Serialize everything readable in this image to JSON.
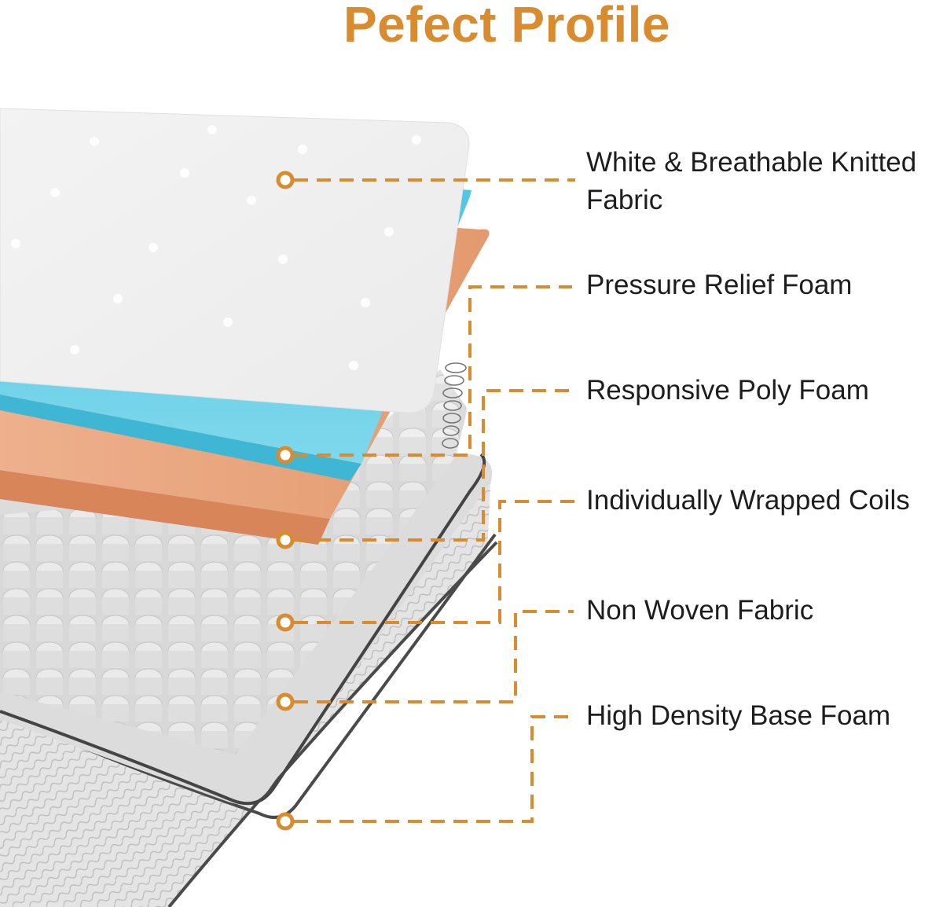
{
  "header": {
    "title": "Pefect Profile"
  },
  "colors": {
    "accent": "#d98c2f",
    "text": "#1d1d1d",
    "fabric_top": "#efefef",
    "pressure_relief_foam": "#5fcde6",
    "responsive_poly_foam": "#e9a27a",
    "coils": "#dcdcdc",
    "piping": "#4a4a4a"
  },
  "layers": [
    {
      "name": "White & Breathable Knitted Fabric",
      "line1": "White & Breathable Knitted",
      "line2": "Fabric"
    },
    {
      "name": "Pressure Relief Foam"
    },
    {
      "name": "Responsive Poly Foam"
    },
    {
      "name": "Individually Wrapped Coils"
    },
    {
      "name": "Non Woven Fabric"
    },
    {
      "name": "High Density Base Foam"
    }
  ]
}
